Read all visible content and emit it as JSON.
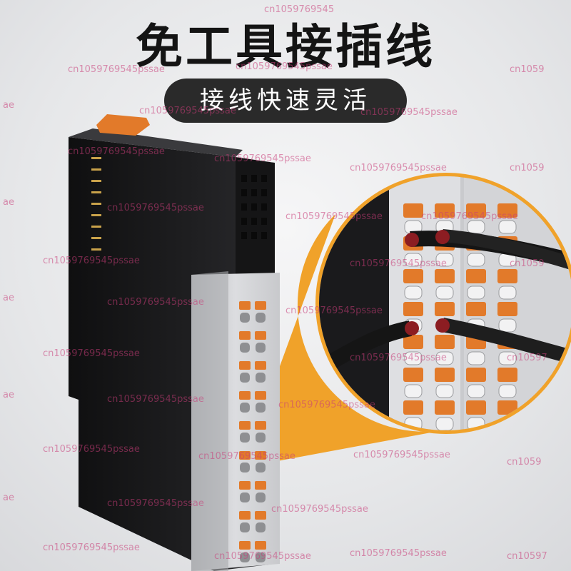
{
  "headline": "免工具接插线",
  "subtitle": "接线快速灵活",
  "watermark": "cn1059769545pssae",
  "watermark_fragments": {
    "edge_left": "ae",
    "edge_right": "cn10597",
    "edge_right_short": "cn1059",
    "top_cut": "cn1059769545"
  },
  "colors": {
    "accent_orange": "#f0a22a",
    "latch_orange": "#e27a2a",
    "module_black": "#1c1c1c",
    "terminal_grey": "#cfd0d2",
    "pill_bg": "#2a2a2a"
  }
}
